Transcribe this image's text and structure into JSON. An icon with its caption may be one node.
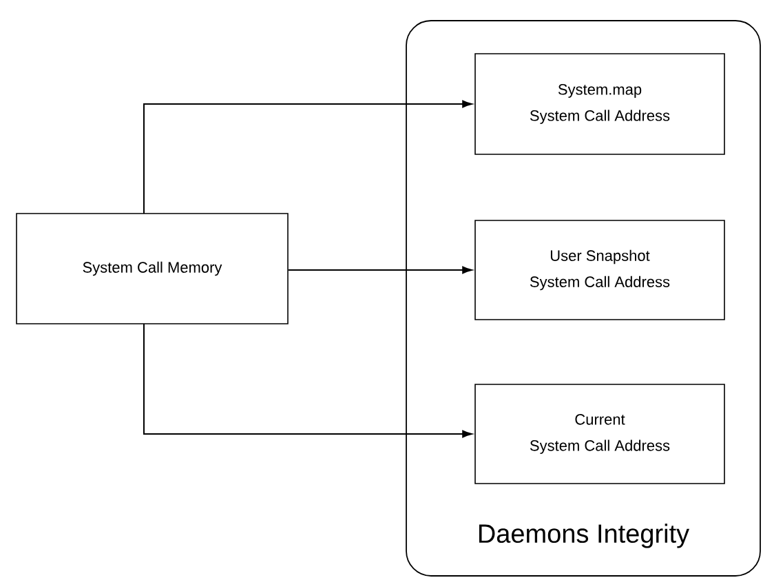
{
  "diagram": {
    "nodes": [
      {
        "text": [
          "System Call Memory"
        ]
      },
      {
        "text": [
          "Daemons Integrity"
        ]
      },
      {
        "text": [
          "System.map",
          "System Call Address"
        ],
        "in": 1
      },
      {
        "text": [
          "User Snapshot",
          "System Call Address"
        ],
        "in": 1
      },
      {
        "text": [
          "Current",
          "System Call Address"
        ],
        "in": 1
      }
    ],
    "edges": [
      {
        "from": 0,
        "to": 2,
        "arrow": "to"
      },
      {
        "from": 0,
        "to": 3,
        "arrow": "to"
      },
      {
        "from": 0,
        "to": 4,
        "arrow": "to"
      }
    ]
  }
}
